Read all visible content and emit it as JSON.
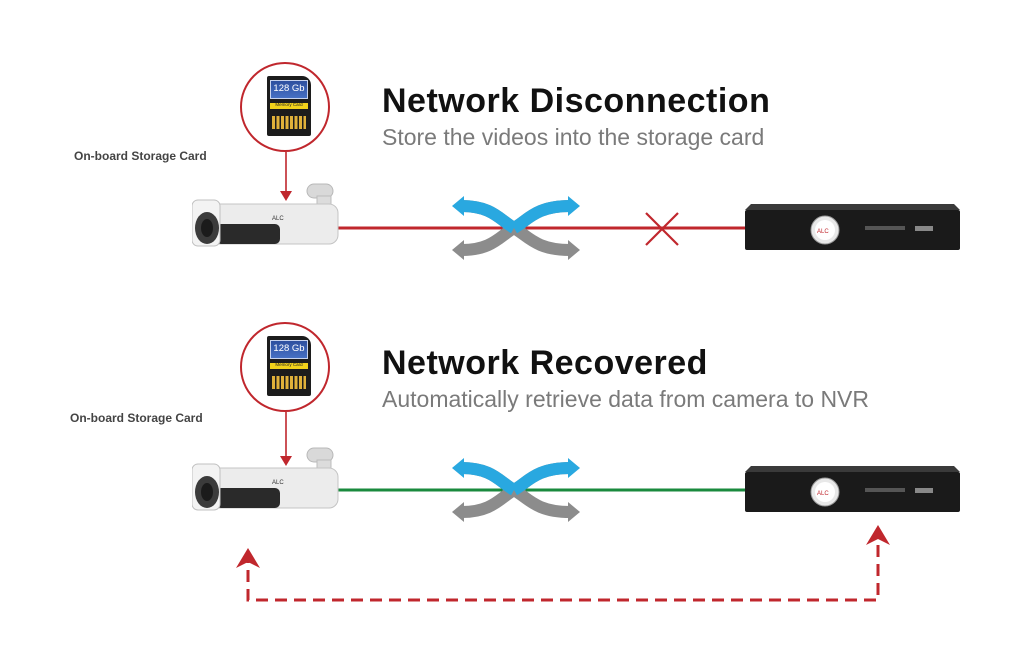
{
  "panels": [
    {
      "title": "Network Disconnection",
      "subtitle": "Store the videos into the storage card",
      "storage_label": "On-board Storage Card",
      "card_capacity": "128 Gb",
      "card_band": "Memory Card",
      "camera_brand": "ALC",
      "nvr_brand": "ALC",
      "link_state": "disconnected",
      "link_color": "#c0272d"
    },
    {
      "title": "Network Recovered",
      "subtitle": "Automatically retrieve data from camera to NVR",
      "storage_label": "On-board Storage Card",
      "card_capacity": "128 Gb",
      "card_band": "Memory Card",
      "camera_brand": "ALC",
      "nvr_brand": "ALC",
      "link_state": "connected",
      "link_color": "#1a8a3e",
      "retrieve_arrow_color": "#c0272d"
    }
  ],
  "colors": {
    "accent_red": "#c0272d",
    "switch_blue": "#29a8e0",
    "switch_gray": "#8c8c8c"
  },
  "icons": [
    "sd-card-icon",
    "bullet-camera-icon",
    "network-switch-icon",
    "nvr-recorder-icon",
    "disconnect-x-icon"
  ]
}
